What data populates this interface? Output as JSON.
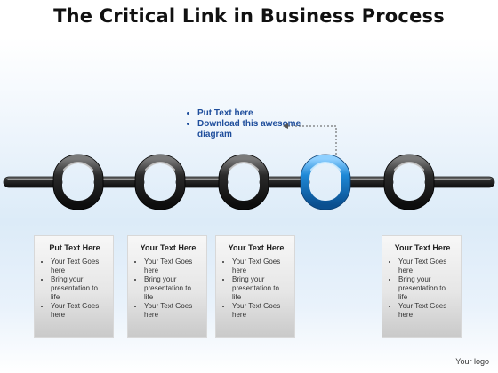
{
  "title": "The Critical Link in Business Process",
  "callout": {
    "items": [
      "Put Text here",
      "Download this awesome diagram"
    ]
  },
  "colors": {
    "link_dark": "#2b2b2b",
    "link_highlight": "#1e88d6",
    "callout_text": "#1f4e9c"
  },
  "chain": {
    "highlighted_link_index": 3
  },
  "cards": [
    {
      "heading": "Put Text Here",
      "bullets": [
        "Your Text Goes here",
        "Bring your presentation to life",
        "Your Text Goes here"
      ]
    },
    {
      "heading": "Your Text Here",
      "bullets": [
        "Your Text Goes here",
        "Bring your presentation to life",
        "Your Text Goes here"
      ]
    },
    {
      "heading": "Your Text Here",
      "bullets": [
        "Your Text Goes here",
        "Bring your presentation to life",
        "Your Text Goes here"
      ]
    },
    {
      "heading": "Your Text Here",
      "bullets": [
        "Your Text Goes here",
        "Bring your presentation to life",
        "Your Text Goes here"
      ]
    }
  ],
  "logo": "Your logo"
}
